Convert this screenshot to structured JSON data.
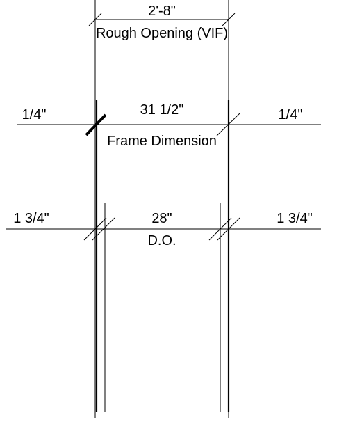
{
  "rough_opening": {
    "dimension": "2'-8\"",
    "caption": "Rough Opening (VIF)"
  },
  "frame": {
    "left_clearance": "1/4\"",
    "dimension": "31 1/2\"",
    "right_clearance": "1/4\"",
    "caption": "Frame Dimension"
  },
  "door_opening": {
    "left_jamb": "1 3/4\"",
    "dimension": "28\"",
    "right_jamb": "1 3/4\"",
    "caption": "D.O."
  }
}
